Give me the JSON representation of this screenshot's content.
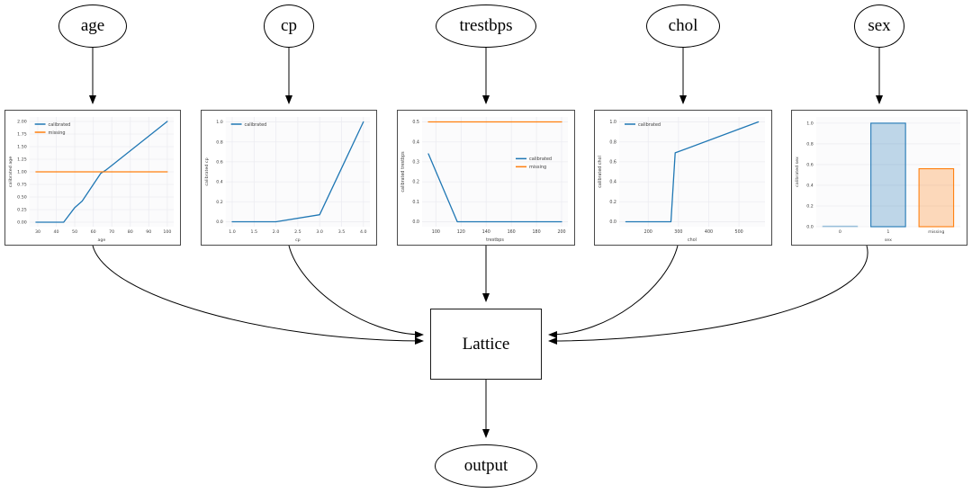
{
  "diagram": {
    "inputs": [
      {
        "label": "age"
      },
      {
        "label": "cp"
      },
      {
        "label": "trestbps"
      },
      {
        "label": "chol"
      },
      {
        "label": "sex"
      }
    ],
    "lattice": {
      "label": "Lattice"
    },
    "output": {
      "label": "output"
    },
    "edges": [
      {
        "from": "age",
        "to": "age calibrator plot"
      },
      {
        "from": "cp",
        "to": "cp calibrator plot"
      },
      {
        "from": "trestbps",
        "to": "trestbps calibrator plot"
      },
      {
        "from": "chol",
        "to": "chol calibrator plot"
      },
      {
        "from": "sex",
        "to": "sex calibrator plot"
      },
      {
        "from": "age calibrator plot",
        "to": "Lattice"
      },
      {
        "from": "cp calibrator plot",
        "to": "Lattice"
      },
      {
        "from": "trestbps calibrator plot",
        "to": "Lattice"
      },
      {
        "from": "chol calibrator plot",
        "to": "Lattice"
      },
      {
        "from": "sex calibrator plot",
        "to": "Lattice"
      },
      {
        "from": "Lattice",
        "to": "output"
      }
    ],
    "colors": {
      "calibrated": "#1f77b4",
      "missing": "#ff7f0e"
    }
  },
  "chart_data": [
    {
      "type": "line",
      "title": "",
      "xlabel": "age",
      "ylabel": "calibrated age",
      "xlim": [
        25.5,
        103.5
      ],
      "ylim": [
        -0.09,
        2.09
      ],
      "xtick_vals": [
        30,
        40,
        50,
        60,
        70,
        80,
        90,
        100
      ],
      "xtick_labels": [
        "30",
        "40",
        "50",
        "60",
        "70",
        "80",
        "90",
        "100"
      ],
      "ytick_vals": [
        0.0,
        0.25,
        0.5,
        0.75,
        1.0,
        1.25,
        1.5,
        1.75,
        2.0
      ],
      "ytick_labels": [
        "0.00",
        "0.25",
        "0.50",
        "0.75",
        "1.00",
        "1.25",
        "1.50",
        "1.75",
        "2.00"
      ],
      "grid": true,
      "legend": {
        "pos": "tl",
        "entries": [
          "calibrated",
          "missing"
        ]
      },
      "series": [
        {
          "name": "calibrated",
          "color": "#1f77b4",
          "points": [
            [
              29,
              0.0
            ],
            [
              44,
              0.0
            ],
            [
              50,
              0.29
            ],
            [
              54,
              0.42
            ],
            [
              64,
              0.97
            ],
            [
              67,
              1.04
            ],
            [
              100,
              2.0
            ]
          ]
        },
        {
          "name": "missing",
          "color": "#ff7f0e",
          "points": [
            [
              29,
              1.0
            ],
            [
              100,
              1.0
            ]
          ]
        }
      ]
    },
    {
      "type": "line",
      "title": "",
      "xlabel": "cp",
      "ylabel": "calibrated cp",
      "xlim": [
        0.85,
        4.15
      ],
      "ylim": [
        -0.05,
        1.05
      ],
      "xtick_vals": [
        1.0,
        1.5,
        2.0,
        2.5,
        3.0,
        3.5,
        4.0
      ],
      "xtick_labels": [
        "1.0",
        "1.5",
        "2.0",
        "2.5",
        "3.0",
        "3.5",
        "4.0"
      ],
      "ytick_vals": [
        0.0,
        0.2,
        0.4,
        0.6,
        0.8,
        1.0
      ],
      "ytick_labels": [
        "0.0",
        "0.2",
        "0.4",
        "0.6",
        "0.8",
        "1.0"
      ],
      "grid": true,
      "legend": {
        "pos": "tl",
        "entries": [
          "calibrated"
        ]
      },
      "series": [
        {
          "name": "calibrated",
          "color": "#1f77b4",
          "points": [
            [
              1.0,
              0.0
            ],
            [
              2.0,
              0.0
            ],
            [
              3.0,
              0.07
            ],
            [
              4.0,
              1.0
            ]
          ]
        }
      ]
    },
    {
      "type": "line",
      "title": "",
      "xlabel": "trestbps",
      "ylabel": "calibrated trestbps",
      "xlim": [
        89,
        205
      ],
      "ylim": [
        -0.025,
        0.525
      ],
      "xtick_vals": [
        100,
        120,
        140,
        160,
        180,
        200
      ],
      "xtick_labels": [
        "100",
        "120",
        "140",
        "160",
        "180",
        "200"
      ],
      "ytick_vals": [
        0.0,
        0.1,
        0.2,
        0.3,
        0.4,
        0.5
      ],
      "ytick_labels": [
        "0.0",
        "0.1",
        "0.2",
        "0.3",
        "0.4",
        "0.5"
      ],
      "grid": true,
      "legend": {
        "pos": "mr",
        "entries": [
          "calibrated",
          "missing"
        ]
      },
      "series": [
        {
          "name": "calibrated",
          "color": "#1f77b4",
          "points": [
            [
              94,
              0.34
            ],
            [
              117,
              0.0
            ],
            [
              200,
              0.0
            ]
          ]
        },
        {
          "name": "missing",
          "color": "#ff7f0e",
          "points": [
            [
              94,
              0.5
            ],
            [
              200,
              0.5
            ]
          ]
        }
      ]
    },
    {
      "type": "line",
      "title": "",
      "xlabel": "chol",
      "ylabel": "calibrated chol",
      "xlim": [
        104,
        586
      ],
      "ylim": [
        -0.05,
        1.05
      ],
      "xtick_vals": [
        200,
        300,
        400,
        500
      ],
      "xtick_labels": [
        "200",
        "300",
        "400",
        "500"
      ],
      "ytick_vals": [
        0.0,
        0.2,
        0.4,
        0.6,
        0.8,
        1.0
      ],
      "ytick_labels": [
        "0.0",
        "0.2",
        "0.4",
        "0.6",
        "0.8",
        "1.0"
      ],
      "grid": true,
      "legend": {
        "pos": "tl",
        "entries": [
          "calibrated"
        ]
      },
      "series": [
        {
          "name": "calibrated",
          "color": "#1f77b4",
          "points": [
            [
              126,
              0.0
            ],
            [
              275,
              0.0
            ],
            [
              289,
              0.69
            ],
            [
              564,
              1.0
            ]
          ]
        }
      ]
    },
    {
      "type": "bar",
      "title": "",
      "xlabel": "sex",
      "ylabel": "calibrated sex",
      "categories": [
        "0",
        "1",
        "missing"
      ],
      "values": [
        0.006,
        1.0,
        0.56
      ],
      "bar_colors": [
        "#1f77b4",
        "#1f77b4",
        "#ff7f0e"
      ],
      "ylim": [
        0,
        1.06
      ],
      "ytick_vals": [
        0.0,
        0.2,
        0.4,
        0.6,
        0.8,
        1.0
      ],
      "ytick_labels": [
        "0.0",
        "0.2",
        "0.4",
        "0.6",
        "0.8",
        "1.0"
      ],
      "grid": true,
      "legend": null
    }
  ]
}
